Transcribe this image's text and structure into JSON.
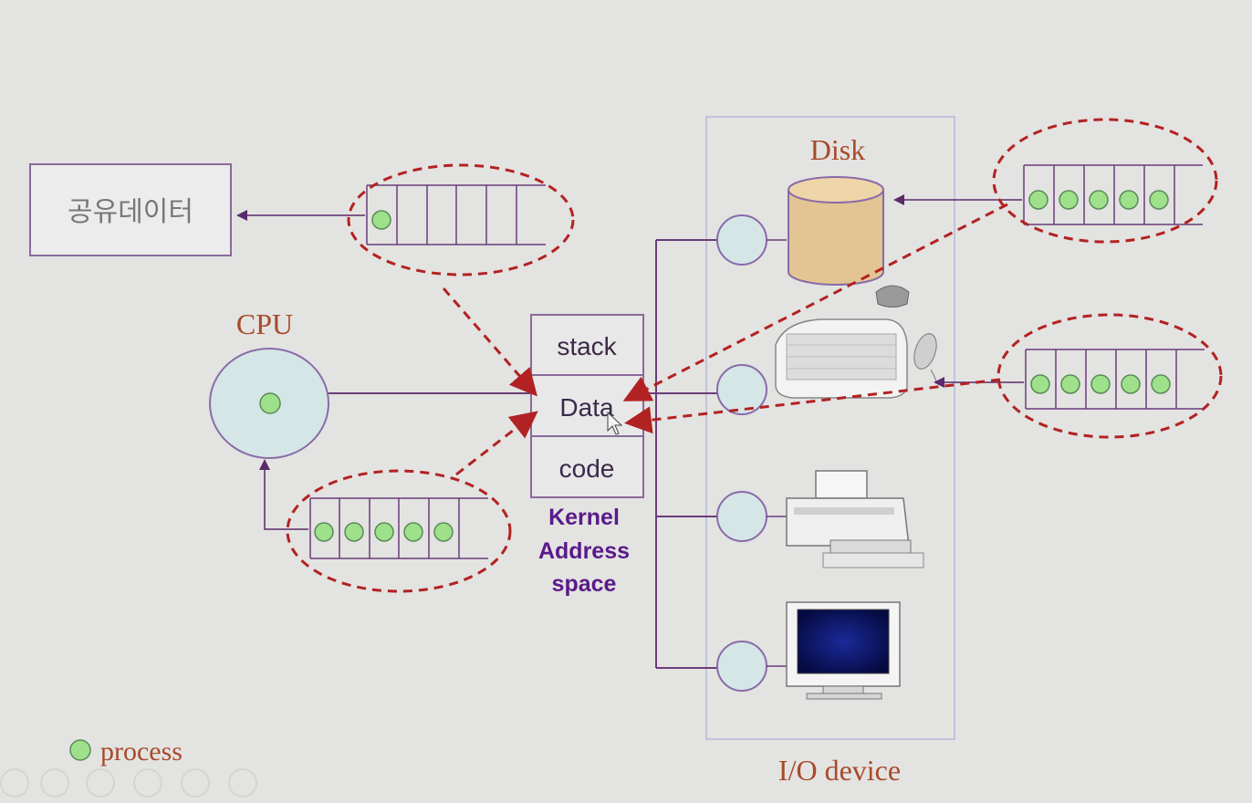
{
  "labels": {
    "shared_data": "공유데이터",
    "cpu": "CPU",
    "disk": "Disk",
    "io_device": "I/O device",
    "stack": "stack",
    "data": "Data",
    "code": "code",
    "kernel_line1": "Kernel",
    "kernel_line2": "Address",
    "kernel_line3": "space",
    "legend_process": "process"
  },
  "queues": {
    "shared_queue_processes": 1,
    "cpu_ready_queue_processes": 5,
    "disk_queue_processes": 5,
    "keyboard_queue_processes": 5
  },
  "colors": {
    "background": "#e3e3e1",
    "line_purple": "#6b3d7a",
    "dashed_red": "#b22222",
    "process_green": "#9fe08a",
    "node_fill": "#d5e6e6",
    "title_brown": "#a84a2a",
    "kernel_text": "#5a1a8a",
    "disk_fill": "#e2c592"
  },
  "icons": [
    "disk-cylinder-icon",
    "keyboard-mouse-icon",
    "printer-icon",
    "monitor-icon"
  ]
}
